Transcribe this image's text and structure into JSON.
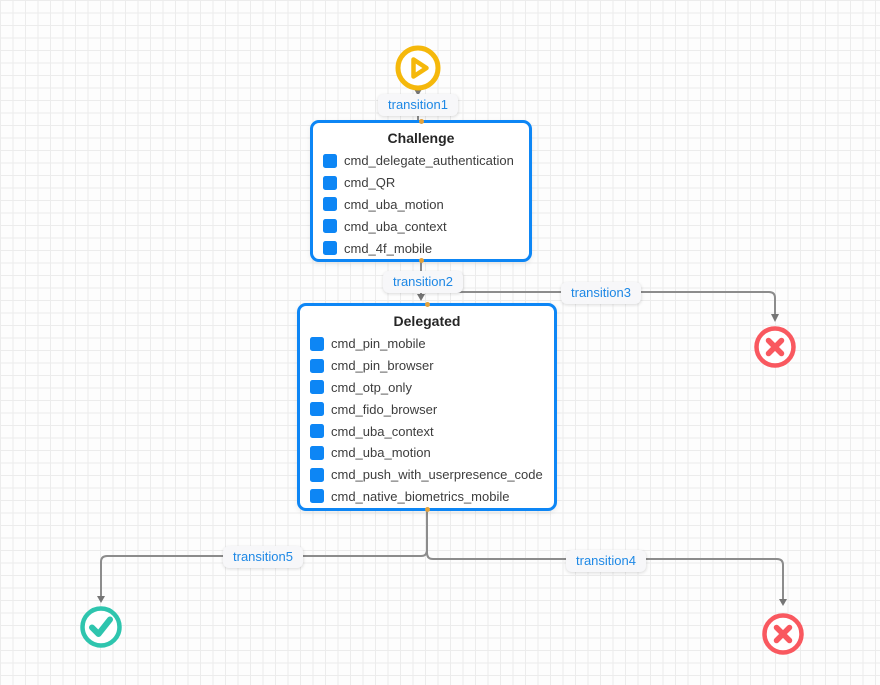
{
  "canvas": {
    "background": "#fdfdfd",
    "grid_color": "#ececec"
  },
  "palette": {
    "state_border_blue": "#0d86f5",
    "command_square_blue": "#0d86f5",
    "transition_label_blue": "#1e88e5",
    "wire_gray": "#8c8c8c",
    "start_yellow": "#f5b80b",
    "success_teal": "#2ec5ae",
    "failure_red": "#f9585f"
  },
  "nodes": {
    "start": {
      "icon": "play-circle-icon"
    },
    "challenge": {
      "title": "Challenge",
      "items": [
        "cmd_delegate_authentication",
        "cmd_QR",
        "cmd_uba_motion",
        "cmd_uba_context",
        "cmd_4f_mobile"
      ]
    },
    "delegated": {
      "title": "Delegated",
      "items": [
        "cmd_pin_mobile",
        "cmd_pin_browser",
        "cmd_otp_only",
        "cmd_fido_browser",
        "cmd_uba_context",
        "cmd_uba_motion",
        "cmd_push_with_userpresence_code",
        "cmd_native_biometrics_mobile"
      ]
    },
    "failure_top": {
      "icon": "cancel-circle-icon"
    },
    "success": {
      "icon": "check-circle-icon"
    },
    "failure_bottom": {
      "icon": "cancel-circle-icon"
    }
  },
  "transitions": {
    "t1": {
      "label": "transition1"
    },
    "t2": {
      "label": "transition2"
    },
    "t3": {
      "label": "transition3"
    },
    "t4": {
      "label": "transition4"
    },
    "t5": {
      "label": "transition5"
    }
  }
}
